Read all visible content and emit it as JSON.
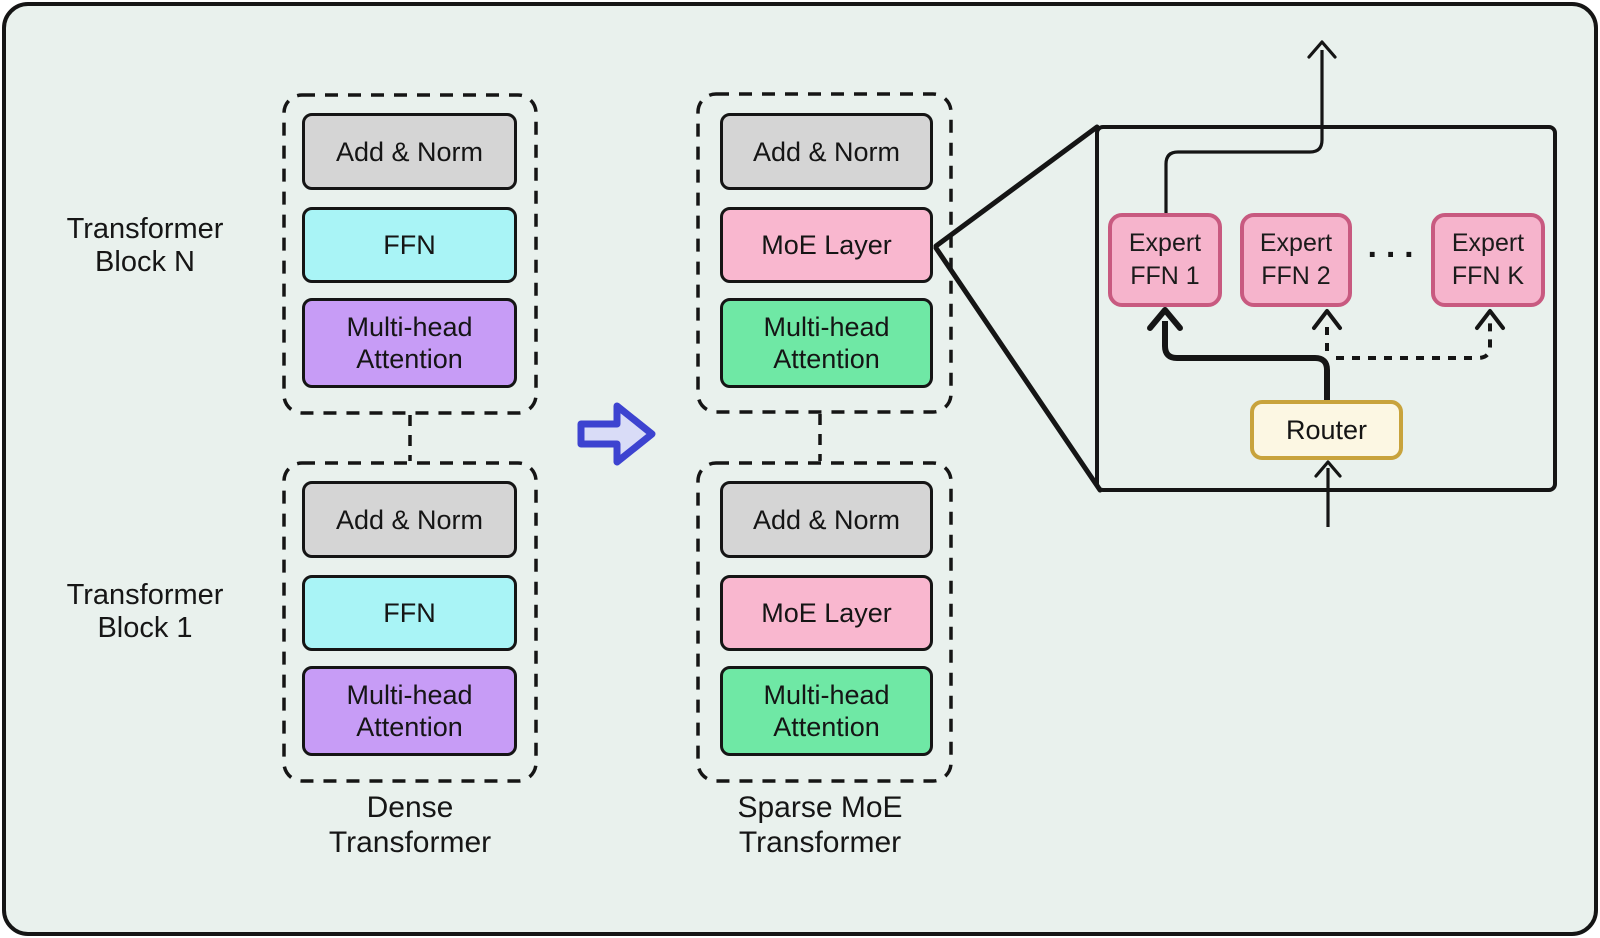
{
  "colors": {
    "background": "#e9f1ed",
    "outline_black": "#151515",
    "box_gray": "#d5d5d5",
    "box_cyan": "#a9f4f6",
    "box_purple": "#c79cf6",
    "box_green": "#6fe8a5",
    "box_pink": "#f9b7cf",
    "expert_fill": "#f6b4cc",
    "expert_border": "#c85a80",
    "router_fill": "#fcf7e3",
    "router_border": "#c8a33c",
    "big_arrow_stroke": "#3d43d0",
    "big_arrow_fill": "#d9dcf7"
  },
  "labels": {
    "block_n": {
      "line1": "Transformer",
      "line2": "Block N"
    },
    "block_1": {
      "line1": "Transformer",
      "line2": "Block 1"
    },
    "dense_caption": {
      "line1": "Dense",
      "line2": "Transformer"
    },
    "sparse_caption": {
      "line1": "Sparse MoE",
      "line2": "Transformer"
    }
  },
  "dense_block": {
    "add_norm": "Add & Norm",
    "ffn": "FFN",
    "attention": "Multi-head Attention"
  },
  "sparse_block": {
    "add_norm": "Add & Norm",
    "moe": "MoE Layer",
    "attention": "Multi-head Attention"
  },
  "moe_detail": {
    "experts": [
      {
        "line1": "Expert",
        "line2": "FFN 1"
      },
      {
        "line1": "Expert",
        "line2": "FFN 2"
      },
      {
        "line1": "Expert",
        "line2": "FFN K"
      }
    ],
    "ellipsis": "···",
    "router": "Router"
  }
}
